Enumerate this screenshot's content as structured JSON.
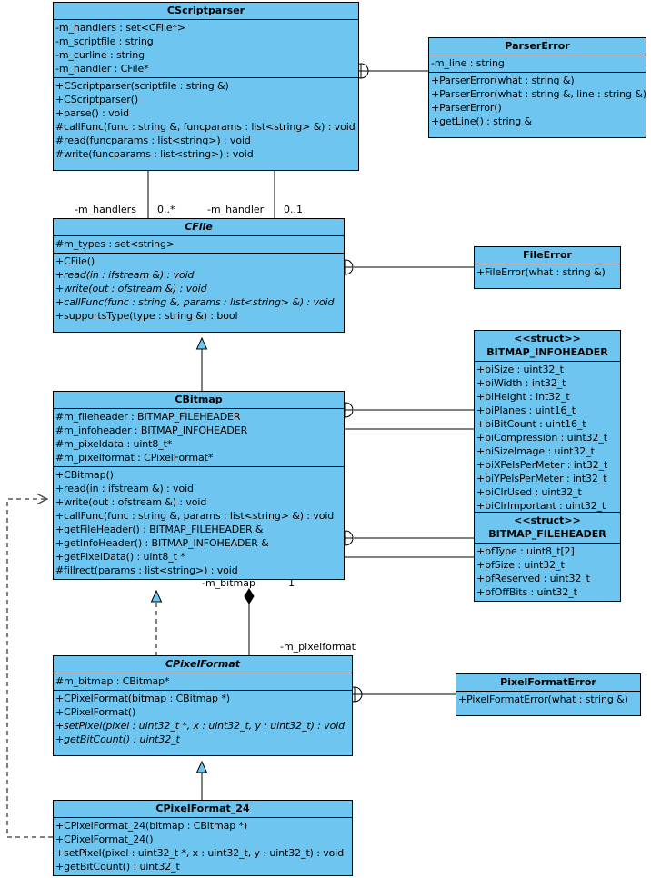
{
  "diagram": {
    "kind": "uml-class-diagram",
    "colors": {
      "class_fill": "#6ec6f0",
      "stroke": "#000000",
      "background": "#ffffff"
    }
  },
  "classes": {
    "cscriptparser": {
      "name": "CScriptparser",
      "abstract": false,
      "attributes": [
        "-m_handlers : set<CFile*>",
        "-m_scriptfile : string",
        "-m_curline : string",
        "-m_handler : CFile*"
      ],
      "operations": [
        "+CScriptparser(scriptfile : string &)",
        "+CScriptparser()",
        "+parse() : void",
        "#callFunc(func : string &, funcparams : list<string> &) : void",
        "#read(funcparams : list<string>) : void",
        "#write(funcparams : list<string>) : void"
      ]
    },
    "parsererror": {
      "name": "ParserError",
      "abstract": false,
      "attributes": [
        "-m_line : string"
      ],
      "operations": [
        "+ParserError(what : string &)",
        "+ParserError(what : string &, line : string &)",
        "+ParserError()",
        "+getLine() : string &"
      ]
    },
    "cfile": {
      "name": "CFile",
      "abstract": true,
      "attributes": [
        "#m_types : set<string>"
      ],
      "operations": [
        {
          "text": "+CFile()",
          "abstract": false
        },
        {
          "text": "+read(in : ifstream &) : void",
          "abstract": true
        },
        {
          "text": "+write(out : ofstream &) : void",
          "abstract": true
        },
        {
          "text": "+callFunc(func : string &, params : list<string> &) : void",
          "abstract": true
        },
        {
          "text": "+supportsType(type : string &) : bool",
          "abstract": false
        }
      ]
    },
    "fileerror": {
      "name": "FileError",
      "abstract": false,
      "attributes": [],
      "operations": [
        "+FileError(what : string &)"
      ]
    },
    "cbitmap": {
      "name": "CBitmap",
      "abstract": false,
      "attributes": [
        "#m_fileheader : BITMAP_FILEHEADER",
        "#m_infoheader : BITMAP_INFOHEADER",
        "#m_pixeldata : uint8_t*",
        "#m_pixelformat : CPixelFormat*"
      ],
      "operations": [
        "+CBitmap()",
        "+read(in : ifstream &) : void",
        "+write(out : ofstream &) : void",
        "+callFunc(func : string &, params : list<string> &) : void",
        "+getFileHeader() : BITMAP_FILEHEADER &",
        "+getInfoHeader() : BITMAP_INFOHEADER &",
        "+getPixelData() : uint8_t *",
        "#fillrect(params : list<string>) : void"
      ]
    },
    "bitmap_infoheader": {
      "stereotype": "<<struct>>",
      "name": "BITMAP_INFOHEADER",
      "abstract": false,
      "attributes": [
        "+biSize : uint32_t",
        "+biWidth : int32_t",
        "+biHeight : int32_t",
        "+biPlanes : uint16_t",
        "+biBitCount : uint16_t",
        "+biCompression : uint32_t",
        "+biSizeImage : uint32_t",
        "+biXPelsPerMeter : int32_t",
        "+biYPelsPerMeter : int32_t",
        "+biClrUsed : uint32_t",
        "+biClrImportant : uint32_t"
      ],
      "operations": []
    },
    "bitmap_fileheader": {
      "stereotype": "<<struct>>",
      "name": "BITMAP_FILEHEADER",
      "abstract": false,
      "attributes": [
        "+bfType : uint8_t[2]",
        "+bfSize : uint32_t",
        "+bfReserved : uint32_t",
        "+bfOffBits : uint32_t"
      ],
      "operations": []
    },
    "cpixelformat": {
      "name": "CPixelFormat",
      "abstract": true,
      "attributes": [
        "#m_bitmap : CBitmap*"
      ],
      "operations": [
        {
          "text": "+CPixelFormat(bitmap : CBitmap *)",
          "abstract": false
        },
        {
          "text": "+CPixelFormat()",
          "abstract": false
        },
        {
          "text": "+setPixel(pixel : uint32_t *, x : uint32_t, y : uint32_t) : void",
          "abstract": true
        },
        {
          "text": "+getBitCount() : uint32_t",
          "abstract": true
        }
      ]
    },
    "pixelformaterror": {
      "name": "PixelFormatError",
      "abstract": false,
      "attributes": [],
      "operations": [
        "+PixelFormatError(what : string &)"
      ]
    },
    "cpixelformat_24": {
      "name": "CPixelFormat_24",
      "abstract": false,
      "attributes": [],
      "operations": [
        "+CPixelFormat_24(bitmap : CBitmap *)",
        "+CPixelFormat_24()",
        "+setPixel(pixel : uint32_t *, x : uint32_t, y : uint32_t) : void",
        "+getBitCount() : uint32_t"
      ]
    }
  },
  "edge_labels": {
    "handlers_role": "-m_handlers",
    "handlers_mult": "0..*",
    "handler_role": "-m_handler",
    "handler_mult": "0..1",
    "bitmap_role": "-m_bitmap",
    "bitmap_mult": "1",
    "pixelformat_role": "-m_pixelformat"
  }
}
